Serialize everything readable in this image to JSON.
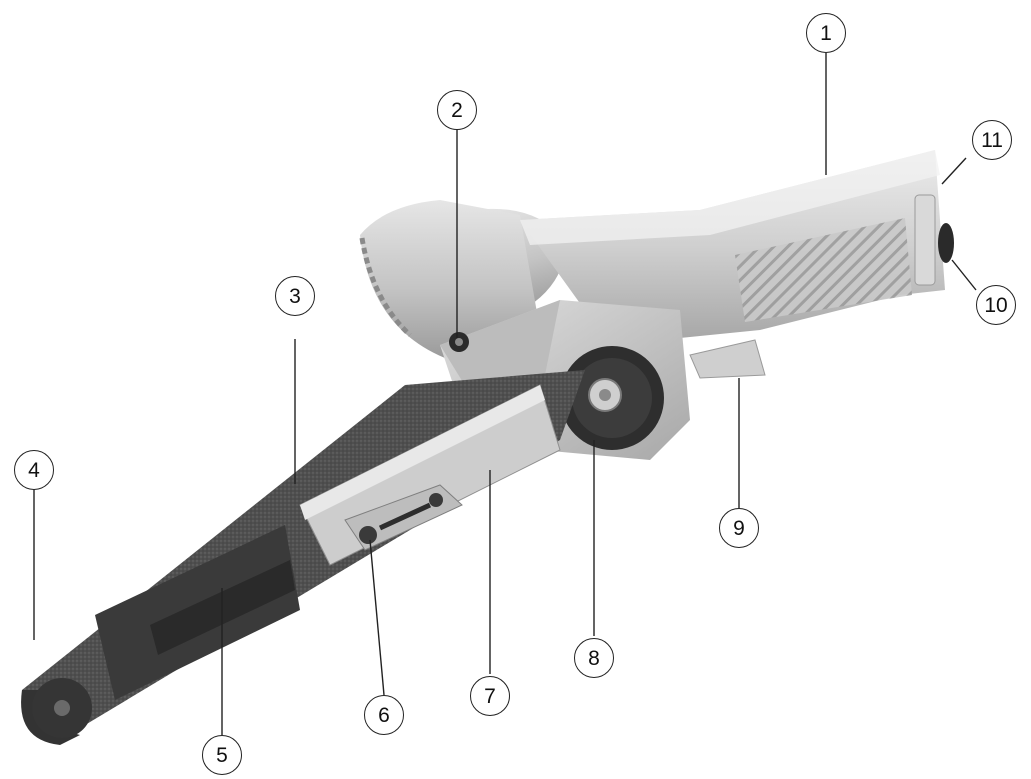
{
  "figure": {
    "subject_icon": "belt-sander-icon",
    "colors": {
      "body_light": "#d4d4d4",
      "body_mid": "#b9b9b9",
      "body_dark": "#8e8e8e",
      "belt": "#5a5a5a",
      "belt_dark": "#3a3a3a",
      "wheel": "#2a2a2a",
      "leader": "#222222"
    }
  },
  "callouts": [
    {
      "id": "c1",
      "label": "1"
    },
    {
      "id": "c2",
      "label": "2"
    },
    {
      "id": "c3",
      "label": "3"
    },
    {
      "id": "c4",
      "label": "4"
    },
    {
      "id": "c5",
      "label": "5"
    },
    {
      "id": "c6",
      "label": "6"
    },
    {
      "id": "c7",
      "label": "7"
    },
    {
      "id": "c8",
      "label": "8"
    },
    {
      "id": "c9",
      "label": "9"
    },
    {
      "id": "c10",
      "label": "10"
    },
    {
      "id": "c11",
      "label": "11"
    }
  ]
}
